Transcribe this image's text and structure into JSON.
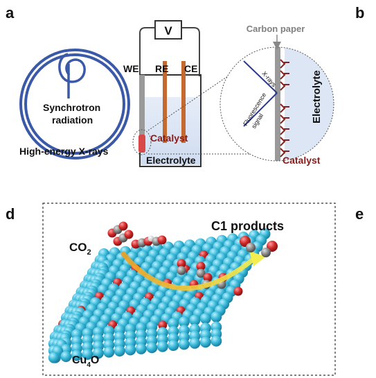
{
  "panels": {
    "a": "a",
    "b": "b",
    "d": "d",
    "e": "e"
  },
  "cell": {
    "voltmeter": "V",
    "we": "WE",
    "re": "RE",
    "ce": "CE",
    "catalyst": "Catalyst",
    "electrolyte": "Electrolyte",
    "synchrotron_line1": "Synchrotron",
    "synchrotron_line2": "radiation",
    "xray_source": "High-energy X-rays"
  },
  "zoom": {
    "carbon_paper": "Carbon paper",
    "xrays": "X-rays",
    "fluorescence_line1": "Fluorescence",
    "fluorescence_line2": "signal",
    "electrolyte": "Electrolyte",
    "catalyst": "Catalyst"
  },
  "reaction": {
    "reactant": "CO",
    "reactant_sub": "2",
    "products": "C1 products",
    "surface": "Cu",
    "surface_sub": "4",
    "surface_tail": "O"
  },
  "colors": {
    "synchrotron": "#3a5aa8",
    "electrode": "#c46a30",
    "catalyst": "#d94848",
    "catalyst_text": "#8b1a1a",
    "electrolyte": "#dde6f5",
    "copper_atom": "#38b8d8",
    "oxygen_atom": "#d02828",
    "carbon_atom": "#8a8a8a",
    "arrow_start": "#f0a020",
    "arrow_end": "#e8e040"
  }
}
